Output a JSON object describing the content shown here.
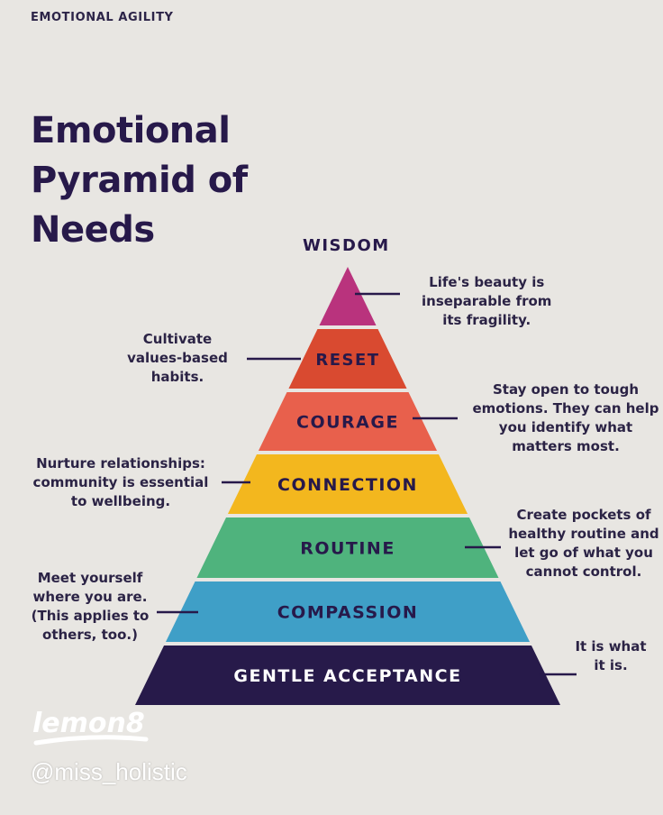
{
  "header": {
    "kicker": "EMOTIONAL AGILITY"
  },
  "title": {
    "lines": [
      "Emotional",
      "Pyramid of",
      "Needs"
    ]
  },
  "pyramid": {
    "apex": {
      "label": "WISDOM",
      "color": "#b9337d"
    },
    "bands": [
      {
        "label": "RESET",
        "color": "#d94a30"
      },
      {
        "label": "COURAGE",
        "color": "#e8604c"
      },
      {
        "label": "CONNECTION",
        "color": "#f3b71e"
      },
      {
        "label": "ROUTINE",
        "color": "#4fb37d"
      },
      {
        "label": "COMPASSION",
        "color": "#3f9fc7"
      },
      {
        "label": "GENTLE ACCEPTANCE",
        "color": "#271a4a"
      }
    ]
  },
  "notes": {
    "wisdom": [
      "Life's beauty is",
      "inseparable from",
      "its fragility."
    ],
    "reset": [
      "Cultivate",
      "values-based",
      "habits."
    ],
    "courage": [
      "Stay open to tough",
      "emotions. They can help",
      "you identify what",
      "matters most."
    ],
    "connection": [
      "Nurture relationships:",
      "community is essential",
      "to wellbeing."
    ],
    "routine": [
      "Create pockets of",
      "healthy routine and",
      "let go of what you",
      "cannot control."
    ],
    "compassion": [
      "Meet yourself",
      "where you are.",
      "(This applies to",
      "others, too.)"
    ],
    "acceptance": [
      "It is what",
      "it is."
    ]
  },
  "watermark": {
    "brand": "lemon8",
    "handle": "@miss_holistic"
  }
}
